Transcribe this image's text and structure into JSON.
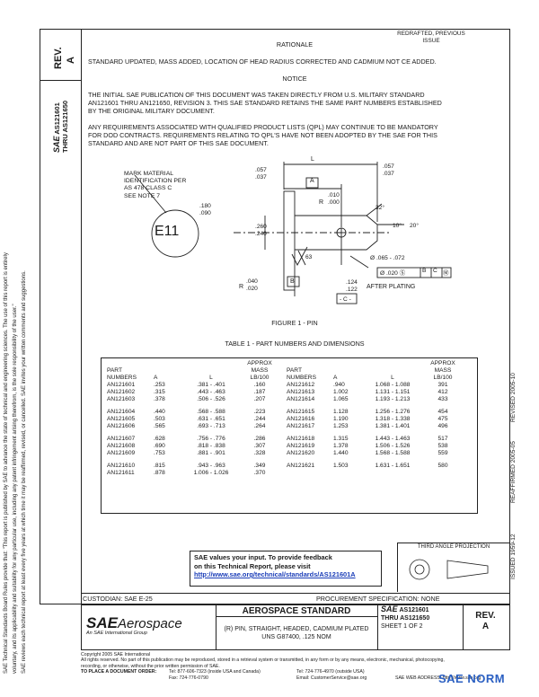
{
  "header_right": {
    "line1": "REDRAFTED, PREVIOUS",
    "line2": "ISSUE"
  },
  "rev_label": "REV.",
  "rev_value": "A",
  "doc_number_vertical": {
    "line1": "AS121601",
    "line2": "THRU AS121650"
  },
  "left_margin_text": {
    "line1": "SAE Technical Standards Board Rules provide that: \"This report is published by SAE to advance the state of technical and engineering sciences. The use of this report is entirely",
    "line2": "voluntary, and its applicability and suitability for any particular use, including any patent infringement arising therefrom, is the sole responsibility of the user.\"",
    "line3": "SAE reviews each technical report at least every five years at which time it may be reaffirmed, revised, or cancelled. SAE invites your written comments and suggestions."
  },
  "rationale": {
    "heading": "RATIONALE",
    "text": "STANDARD UPDATED, MASS ADDED, LOCATION OF HEAD RADIUS CORRECTED AND CADMIUM NOT CE ADDED."
  },
  "notice": {
    "heading": "NOTICE",
    "para1_line1": "THE INITIAL SAE PUBLICATION OF THIS DOCUMENT WAS TAKEN DIRECTLY FROM U.S. MILITARY STANDARD",
    "para1_line2": "AN121601 THRU AN121650, REVISION 3. THIS SAE STANDARD RETAINS THE SAME PART NUMBERS ESTABLISHED",
    "para1_line3": "BY THE ORIGINAL MILITARY DOCUMENT.",
    "para2_line1": "ANY REQUIREMENTS ASSOCIATED WITH QUALIFIED PRODUCT LISTS (QPL) MAY CONTINUE TO BE MANDATORY",
    "para2_line2": "FOR DOD CONTRACTS. REQUIREMENTS RELATING TO QPL'S HAVE NOT BEEN ADOPTED BY THE SAE FOR THIS",
    "para2_line3": "STANDARD AND ARE NOT PART OF THIS SAE DOCUMENT."
  },
  "drawing": {
    "mark_note_l1": "MARK MATERIAL",
    "mark_note_l2": "IDENTIFICATION PER",
    "mark_note_l3": "AS 478 CLASS C",
    "mark_note_l4": "SEE NOTE 7",
    "head_marking": "E11",
    "dim_057_a": ".057",
    "dim_037_a": ".037",
    "dim_L": "L",
    "datum_A": "A",
    "dim_057_b": ".057",
    "dim_037_b": ".037",
    "dim_180": ".180",
    "dim_090": ".090",
    "dim_R": "R",
    "dim_010": ".010",
    "dim_000": ".000",
    "dim_32": "32°",
    "dim_260": ".260",
    "dim_240": ".240",
    "dim_10": "10°",
    "dim_20": "20°",
    "dim_63": "63",
    "dim_065": "Ø .065 - .072",
    "tol_020": "Ø .020 Ⓢ",
    "tol_B": "B",
    "tol_C": "C",
    "tol_M": "Ⓜ",
    "dim_R2": "R",
    "dim_040": ".040",
    "dim_020": ".020",
    "datum_B": "B",
    "dim_124": ".124",
    "dim_122": ".122",
    "after_plating": "AFTER PLATING",
    "datum_C": "- C -",
    "figure_caption": "FIGURE 1 - PIN"
  },
  "table": {
    "title": "TABLE 1 - PART NUMBERS AND DIMENSIONS",
    "headers": {
      "part_numbers_l1": "PART",
      "part_numbers_l2": "NUMBERS",
      "a": "A",
      "l": "L",
      "mass_l1": "APPROX",
      "mass_l2": "MASS",
      "mass_l3": "LB/100"
    },
    "left_rows": [
      [
        "AN121601",
        ".253",
        ".381 - .401",
        ".160"
      ],
      [
        "AN121602",
        ".315",
        ".443 - .463",
        ".187"
      ],
      [
        "AN121603",
        ".378",
        ".506 - .526",
        ".207"
      ],
      [
        "AN121604",
        ".440",
        ".568 - .588",
        ".223"
      ],
      [
        "AN121605",
        ".503",
        ".631 - .651",
        ".244"
      ],
      [
        "AN121606",
        ".565",
        ".693 - .713",
        ".264"
      ],
      [
        "AN121607",
        ".628",
        ".756 - .776",
        ".286"
      ],
      [
        "AN121608",
        ".690",
        ".818 - .838",
        ".307"
      ],
      [
        "AN121609",
        ".753",
        ".881 - .901",
        ".328"
      ],
      [
        "AN121610",
        ".815",
        ".943 - .963",
        ".349"
      ],
      [
        "AN121611",
        ".878",
        "1.006 - 1.026",
        ".370"
      ]
    ],
    "right_rows": [
      [
        "AN121612",
        ".940",
        "1.068 - 1.088",
        "391"
      ],
      [
        "AN121613",
        "1.002",
        "1.131 - 1.151",
        "412"
      ],
      [
        "AN121614",
        "1.065",
        "1.193 - 1.213",
        "433"
      ],
      [
        "AN121615",
        "1.128",
        "1.256 - 1.276",
        "454"
      ],
      [
        "AN121616",
        "1.190",
        "1.318 - 1.338",
        "475"
      ],
      [
        "AN121617",
        "1.253",
        "1.381 - 1.401",
        "496"
      ],
      [
        "AN121618",
        "1.315",
        "1.443 - 1.463",
        "517"
      ],
      [
        "AN121619",
        "1.378",
        "1.506 - 1.526",
        "538"
      ],
      [
        "AN121620",
        "1.440",
        "1.568 - 1.588",
        "559"
      ],
      [
        "AN121621",
        "1.503",
        "1.631 - 1.651",
        "580"
      ]
    ]
  },
  "right_margin_vertical": {
    "revised": "REVISED 2005-10",
    "reaffirmed": "REAFFIRMED 2005-05",
    "issued": "ISSUED 1959-12"
  },
  "third_angle": "THIRD ANGLE PROJECTION",
  "feedback": {
    "line1": "SAE values your input. To provide feedback",
    "line2": "on this Technical Report, please visit",
    "link": "http://www.sae.org/technical/standards/AS121601A"
  },
  "custodian": "CUSTODIAN: SAE E-25",
  "procurement": "PROCUREMENT SPECIFICATION: NONE",
  "title_block": {
    "brand_main": "SAE",
    "brand_sub": "Aerospace",
    "brand_tag": "An SAE International Group",
    "standard_title": "AEROSPACE STANDARD",
    "desc_line1": "(R) PIN, STRAIGHT, HEADED, CADMIUM PLATED",
    "desc_line2": "UNS G87400, .125 NOM",
    "sae_small": "SAE",
    "doc_l1": "AS121601",
    "doc_l2": "THRU AS121650",
    "sheet": "SHEET 1 OF 2",
    "rev_label": "REV.",
    "rev_value": "A"
  },
  "footer": {
    "line1": "Copyright 2005 SAE International",
    "line2": "All rights reserved. No part of this publication may be reproduced, stored in a retrieval system or transmitted, in any form or by any means, electronic, mechanical, photocopying,",
    "line3": "recording, or otherwise, without the prior written permission of SAE.",
    "order_label": "TO PLACE A DOCUMENT ORDER:",
    "tel1": "Tel: 877-606-7323 (inside USA and Canada)",
    "tel2": "Tel: 724-776-4970 (outside USA)",
    "fax": "Fax: 724-776-0790",
    "email": "Email: CustomerService@sae.org",
    "web": "SAE WEB ADDRESS: http://www.sae.org",
    "watermark": "SAE NORM"
  }
}
